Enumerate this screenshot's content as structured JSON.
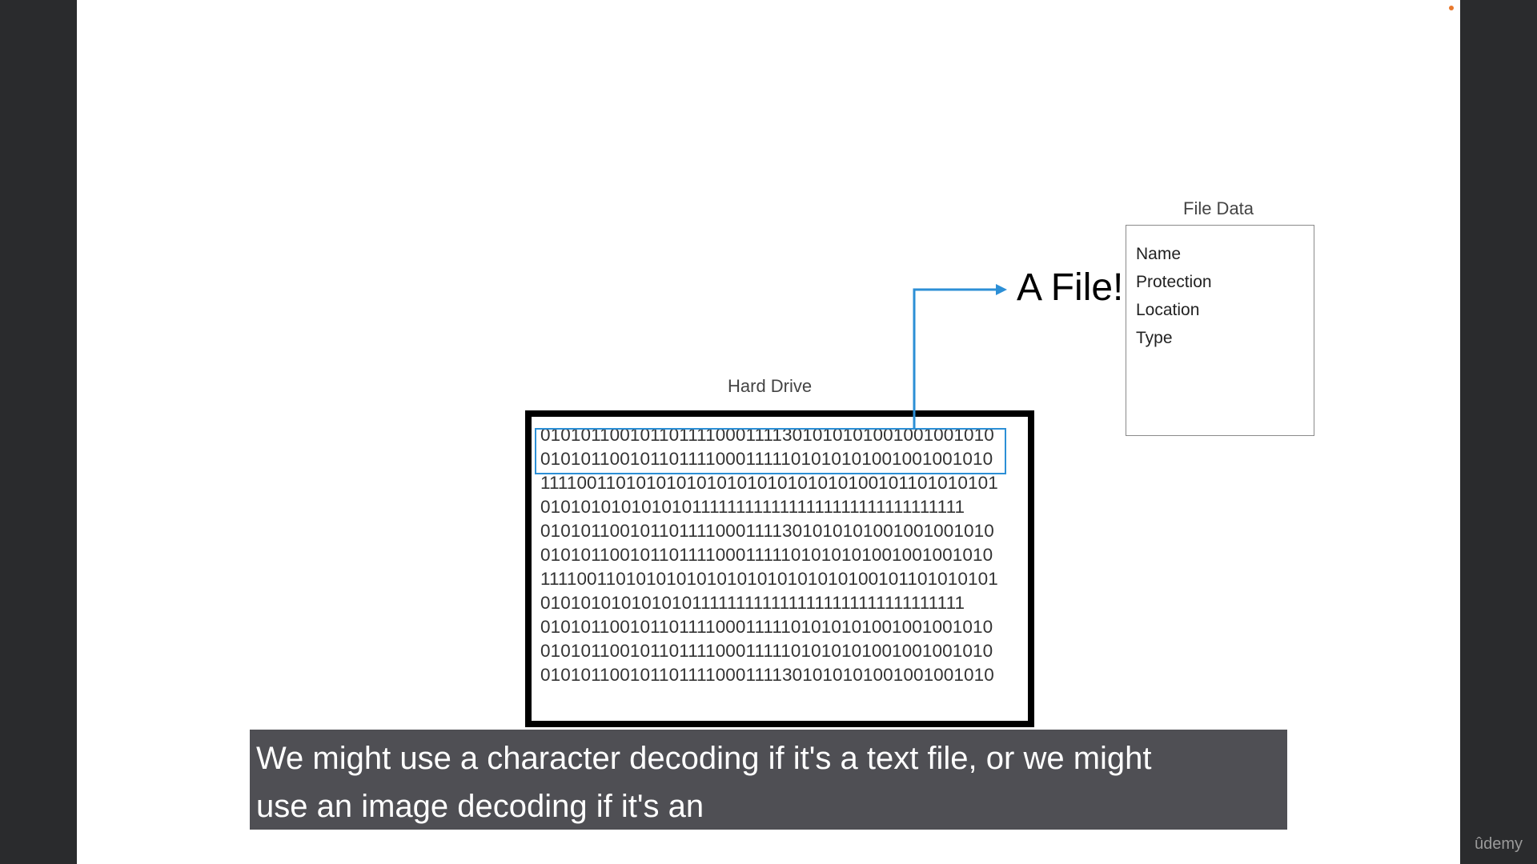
{
  "slide": {
    "hard_drive_label": "Hard Drive",
    "file_data_label": "File Data",
    "a_file_label": "A File!",
    "binary_rows": [
      "0101011001011011110001111301010101001001001010",
      "0101011001011011110001111101010101001001001010",
      "1111001101010101010101010101010100101101010101",
      "0101010101010101111111111111111111111111111111",
      "0101011001011011110001111301010101001001001010",
      "0101011001011011110001111101010101001001001010",
      "1111001101010101010101010101010100101101010101",
      "0101010101010101111111111111111111111111111111",
      "0101011001011011110001111101010101001001001010",
      "0101011001011011110001111101010101001001001010",
      "0101011001011011110001111301010101001001001010"
    ],
    "file_data_items": [
      "Name",
      "Protection",
      "Location",
      "Type"
    ]
  },
  "caption": {
    "line1": "We might use a character decoding if it's a text file, or we might",
    "line2": "use an image decoding if it's an"
  },
  "brand": "ûdemy",
  "colors": {
    "highlight": "#2c8fd6",
    "caption_bg": "#4f4f54",
    "frame_bg": "#2a2b2d",
    "rec_dot": "#e8782c"
  }
}
